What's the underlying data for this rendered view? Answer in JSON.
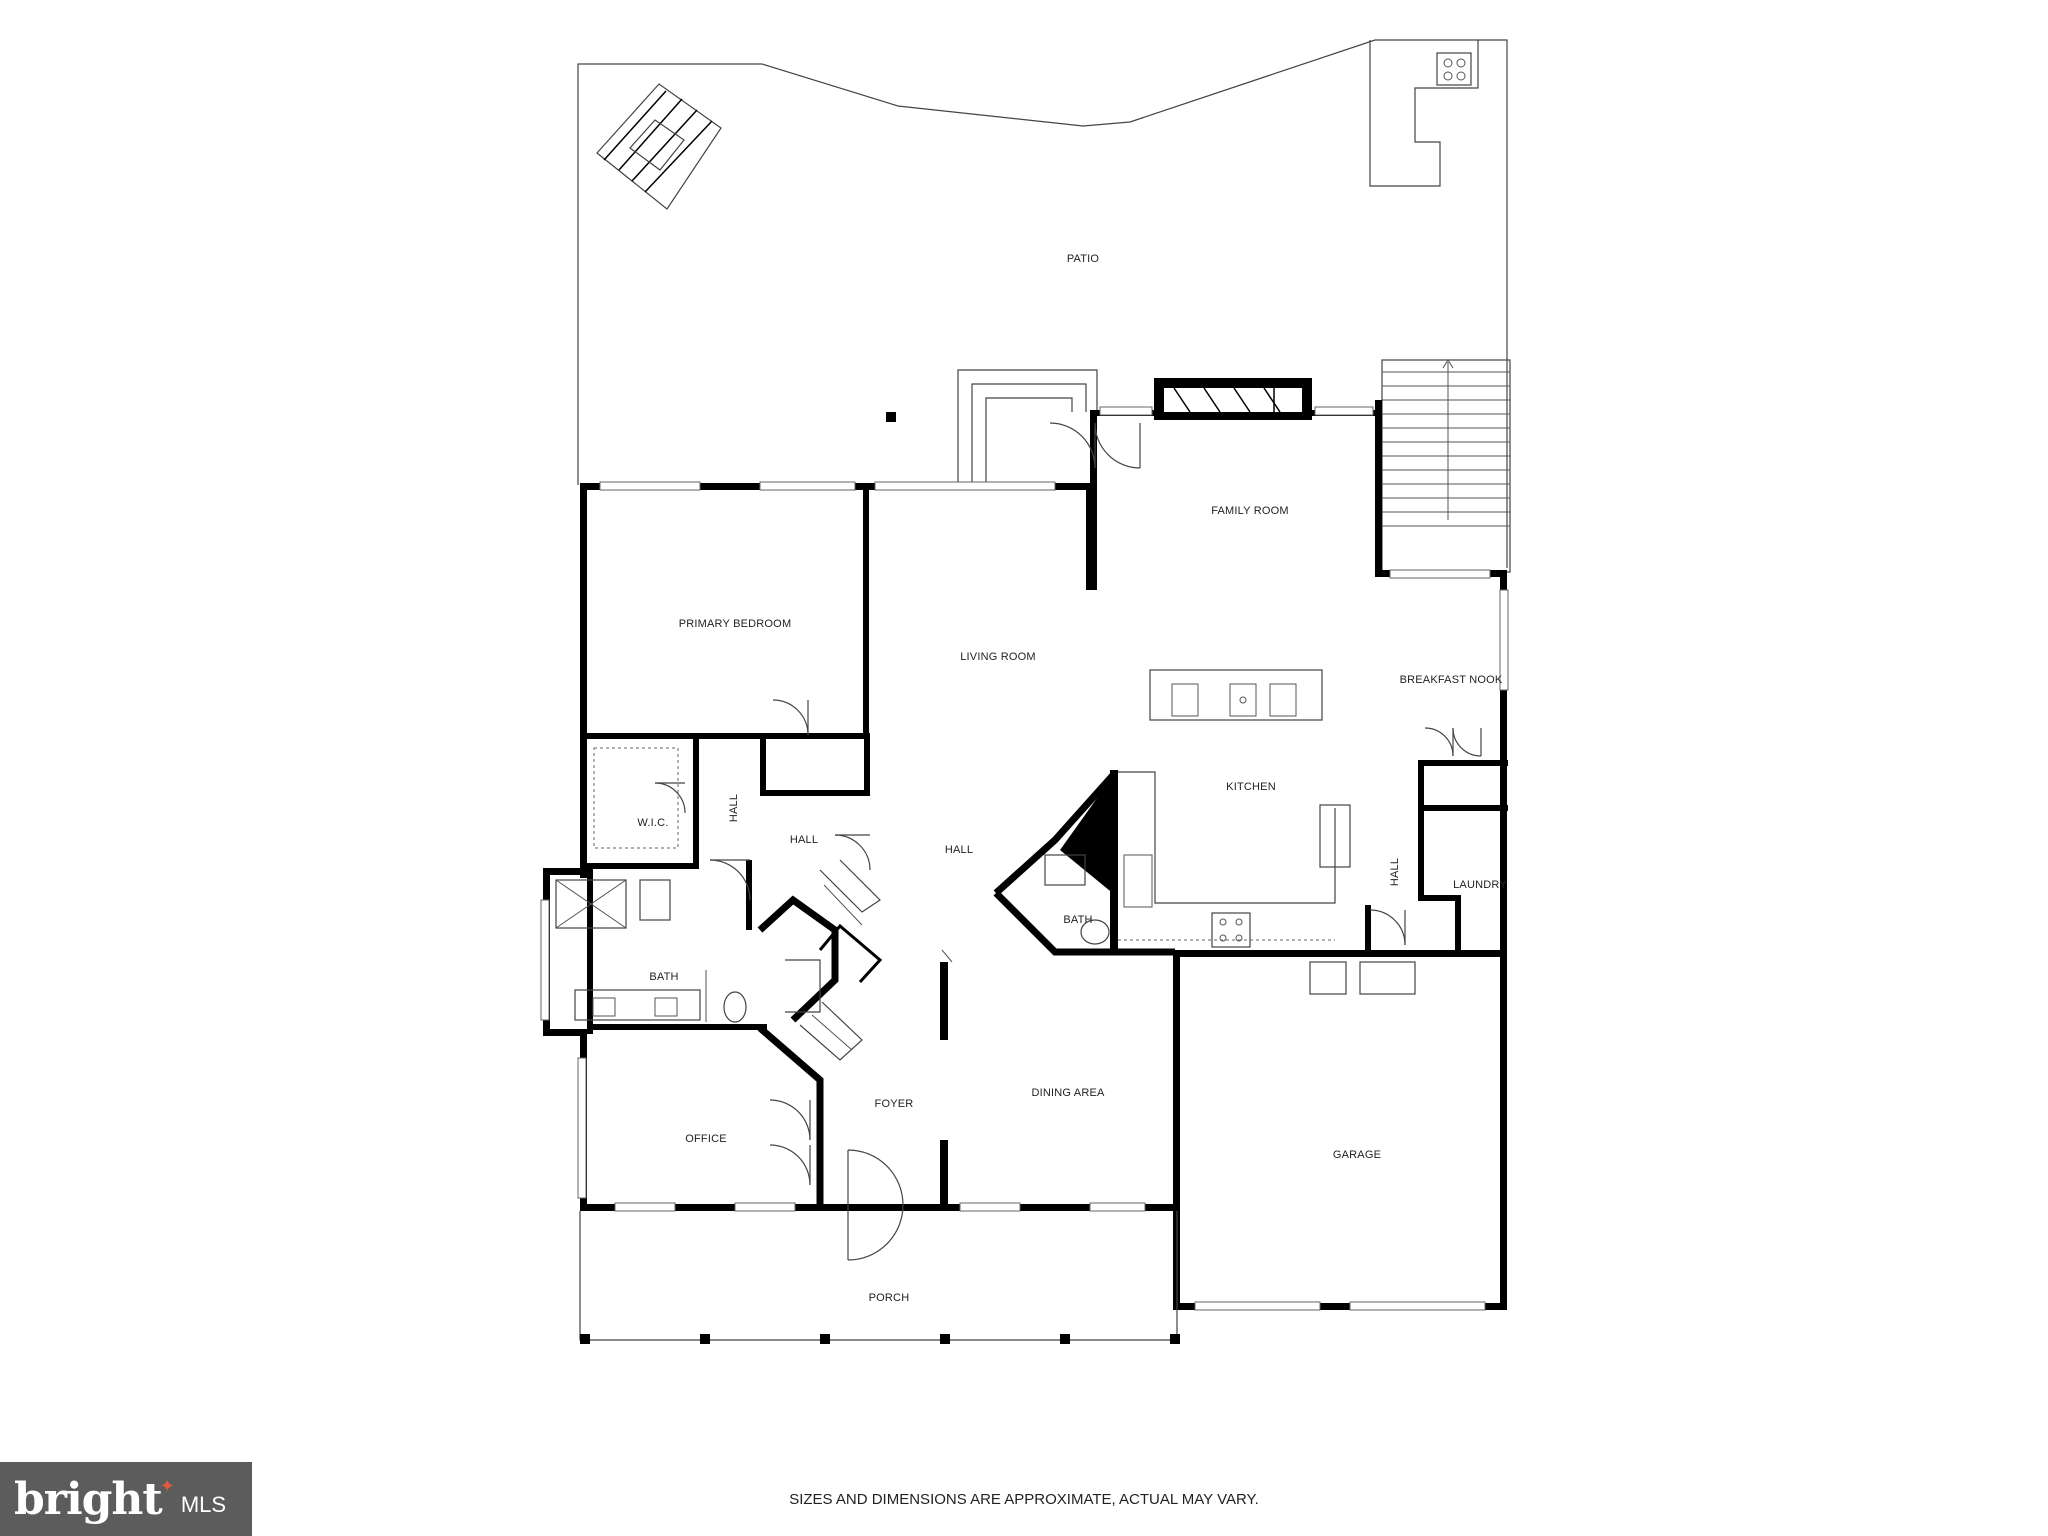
{
  "rooms": {
    "patio": "PATIO",
    "family_room": "FAMILY ROOM",
    "primary_bedroom": "PRIMARY BEDROOM",
    "living_room": "LIVING ROOM",
    "breakfast_nook": "BREAKFAST NOOK",
    "kitchen": "KITCHEN",
    "wic": "W.I.C.",
    "hall_vertical_1": "HALL",
    "hall_small": "HALL",
    "hall_center": "HALL",
    "hall_vertical_2": "HALL",
    "laundry": "LAUNDRY",
    "bath_small": "BATH",
    "bath_main": "BATH",
    "foyer": "FOYER",
    "dining_area": "DINING AREA",
    "office": "OFFICE",
    "garage": "GARAGE",
    "porch": "PORCH"
  },
  "disclaimer": "SIZES AND DIMENSIONS ARE APPROXIMATE, ACTUAL MAY VARY.",
  "logo": {
    "brand": "bright",
    "suffix": "MLS",
    "accent_color": "#e05a3c"
  }
}
